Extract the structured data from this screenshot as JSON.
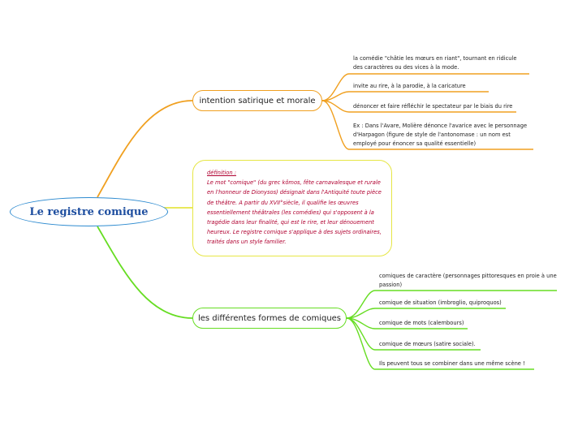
{
  "root": {
    "title": "Le registre comique"
  },
  "branch_satire": {
    "title": "intention satirique et morale",
    "leaves": [
      "la comédie \"châtie les mœurs en riant\", tournant en ridicule des caractères ou des vices à la mode.",
      "invite au rire, à la parodie, à la caricature",
      "dénoncer et faire réfléchir le spectateur par le biais du rire",
      "Ex : Dans l'Avare, Molière dénonce l'avarice avec le personnage d'Harpagon (figure de style de l'antonomase : un nom est employé pour énoncer sa qualité essentielle)"
    ]
  },
  "definition": {
    "label": "définition :",
    "text": "Le mot \"comique\" (du grec kômos, fête carnavalesque et rurale en l'honneur de Dionysos) désignait dans l'Antiquité toute pièce de théâtre. A partir du XVII°siècle, il qualifie les œuvres essentiellement théâtrales (les comédies) qui s'opposent à la tragédie dans leur finalité, qui est le rire, et leur dénouement heureux. Le registre comique s'applique à des sujets ordinaires, traités dans un style familier."
  },
  "branch_formes": {
    "title": "les différentes formes de comiques",
    "leaves": [
      "comiques de caractère (personnages pittoresques en proie à une passion)",
      "comique de situation (imbroglio, quiproquos)",
      "comique de mots (calembours)",
      "comique de mœurs (satire sociale).",
      "Ils peuvent tous se combiner dans une même scène !"
    ]
  },
  "colors": {
    "root": "#2e8bd0",
    "satire": "#f0a020",
    "definition": "#e6e645",
    "formes": "#66dd22"
  }
}
